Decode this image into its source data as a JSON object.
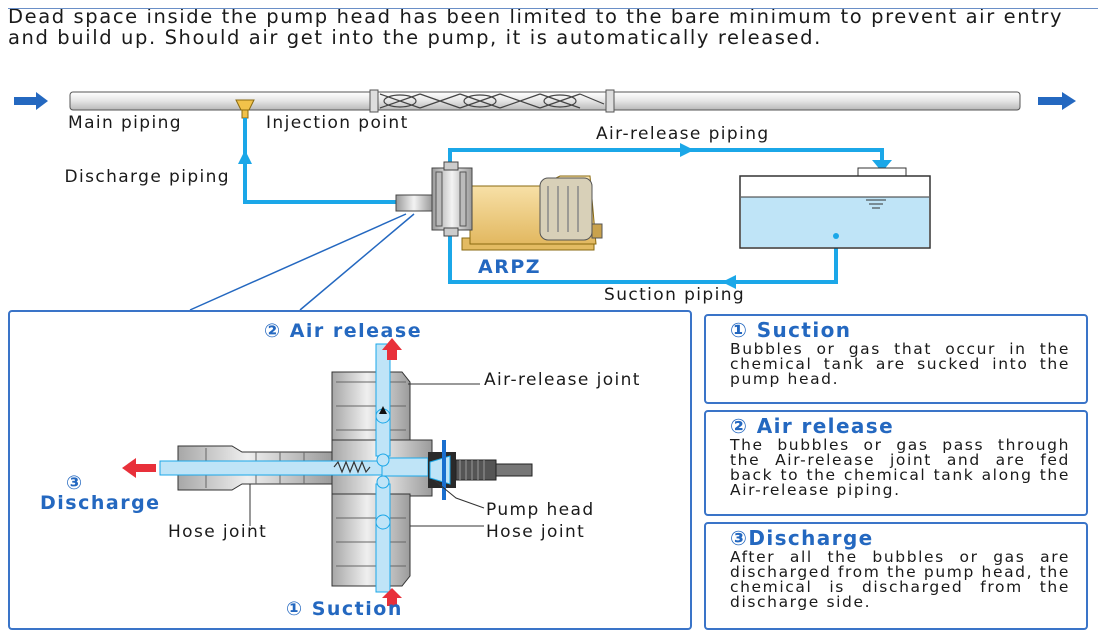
{
  "intro_text": "Dead space inside the pump head has been limited to the bare minimum to prevent air entry and build up. Should air get into the pump, it is automatically released.",
  "labels": {
    "main_piping": "Main piping",
    "injection_point": "Injection point",
    "air_release_piping": "Air-release piping",
    "discharge_piping": "Discharge piping",
    "pump_model": "ARPZ",
    "suction_piping": "Suction piping"
  },
  "detail": {
    "air_release_heading": "② Air release",
    "discharge_heading_num": "③",
    "discharge_heading": "Discharge",
    "suction_heading": "① Suction",
    "air_release_joint": "Air-release joint",
    "pump_head": "Pump head",
    "hose_joint_left": "Hose joint",
    "hose_joint_right": "Hose joint"
  },
  "cards": [
    {
      "title": "① Suction",
      "body": "Bubbles or gas that occur in the chemical tank are sucked into the pump head."
    },
    {
      "title": "② Air release",
      "body": "The bubbles or gas pass through the Air-release joint and are fed back to the chemical tank along the Air-release piping."
    },
    {
      "title": "③Discharge",
      "body": "After all the bubbles or gas are discharged from the pump head, the chemical is discharged from the discharge side."
    }
  ],
  "colors": {
    "flow_blue": "#1ba7e8",
    "heading_blue": "#2468c0",
    "arrow_red": "#e8303a",
    "pump_yellow": "#f2d48a",
    "liquid_blue": "#bfe4f7"
  }
}
